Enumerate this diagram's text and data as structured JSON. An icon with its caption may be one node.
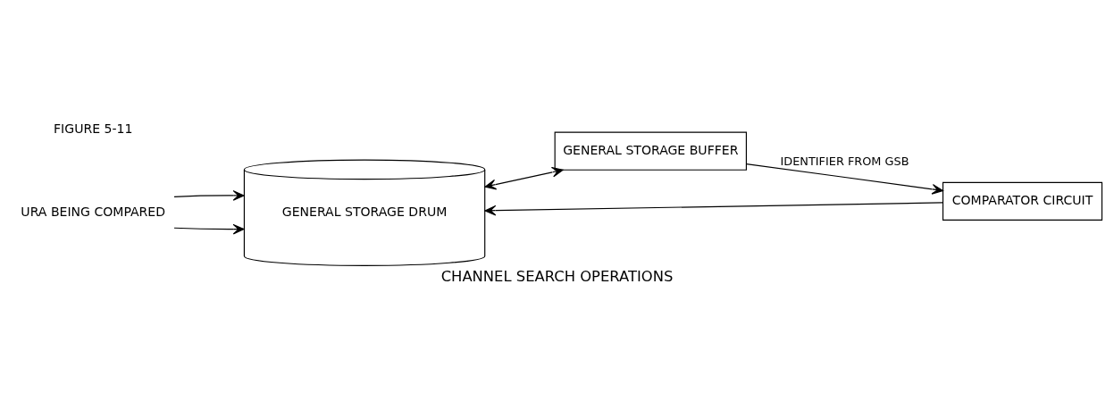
{
  "diagram": {
    "caption": "CHANNEL SEARCH OPERATIONS",
    "nodes": [
      {
        "text": [
          "URA BEING COMPARED"
        ]
      },
      {
        "text": [
          "GENERAL STORAGE DRUM"
        ]
      },
      {
        "text": [
          "GENERAL STORAGE BUFFER"
        ]
      },
      {
        "text": [
          "COMPARATOR CIRCUIT"
        ]
      }
    ],
    "edges": [
      {
        "from": 0,
        "to": 1,
        "arrow": "to"
      },
      {
        "from": 0,
        "to": 1,
        "arrow": "to"
      },
      {
        "from": 1,
        "to": 2,
        "arrow": "both"
      },
      {
        "from": 3,
        "to": 1,
        "arrow": "to"
      },
      {
        "from": 2,
        "to": 3,
        "arrow": "to",
        "label": "IDENTIFIER FROM GSB"
      }
    ],
    "labels": [
      "FIGURE 5-11"
    ]
  }
}
